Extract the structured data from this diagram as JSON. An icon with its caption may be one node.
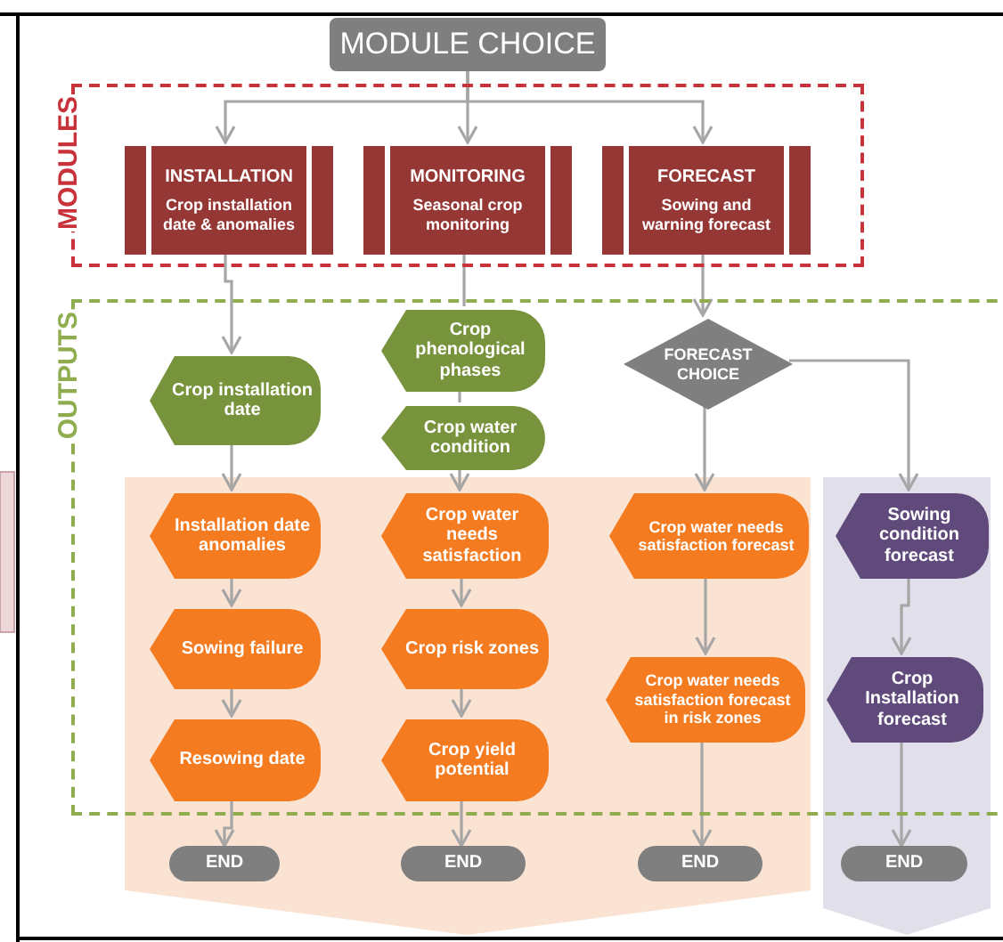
{
  "diagram": {
    "nodes": [
      {
        "text": [
          "MODULE CHOICE"
        ]
      },
      {
        "text": [
          "MODULES"
        ]
      },
      {
        "text": [
          "INSTALLATION",
          "Crop installation date & anomalies"
        ],
        "in": 1
      },
      {
        "text": [
          "MONITORING",
          "Seasonal crop monitoring"
        ],
        "in": 1
      },
      {
        "text": [
          "FORECAST",
          "Sowing and warning forecast"
        ],
        "in": 1
      },
      {
        "text": [
          "OUTPUTS"
        ]
      },
      {
        "text": [
          "Crop installation date"
        ],
        "in": 5
      },
      {
        "text": [
          "Crop phenological phases"
        ],
        "in": 5
      },
      {
        "text": [
          "Crop water condition"
        ],
        "in": 5
      },
      {
        "text": [
          "FORECAST CHOICE"
        ],
        "in": 5
      },
      {
        "text": [
          "Installation date anomalies"
        ],
        "in": 5
      },
      {
        "text": [
          "Crop water needs satisfaction"
        ],
        "in": 5
      },
      {
        "text": [
          "Crop water needs satisfaction forecast"
        ],
        "in": 5
      },
      {
        "text": [
          "Sowing condition forecast"
        ],
        "in": 5
      },
      {
        "text": [
          "Sowing failure"
        ],
        "in": 5
      },
      {
        "text": [
          "Crop risk zones"
        ],
        "in": 5
      },
      {
        "text": [
          "Crop water needs satisfaction forecast in risk zones"
        ],
        "in": 5
      },
      {
        "text": [
          "Crop Installation forecast"
        ],
        "in": 5
      },
      {
        "text": [
          "Resowing date"
        ],
        "in": 5
      },
      {
        "text": [
          "Crop yield potential"
        ],
        "in": 5
      },
      {
        "text": [
          "END"
        ]
      },
      {
        "text": [
          "END"
        ]
      },
      {
        "text": [
          "END"
        ]
      },
      {
        "text": [
          "END"
        ]
      }
    ],
    "edges": [
      {
        "from": 0,
        "to": 2,
        "arrow": "to"
      },
      {
        "from": 0,
        "to": 3,
        "arrow": "to"
      },
      {
        "from": 0,
        "to": 4,
        "arrow": "to"
      },
      {
        "from": 2,
        "to": 6,
        "arrow": "to"
      },
      {
        "from": 3,
        "to": 7,
        "arrow": "none"
      },
      {
        "from": 4,
        "to": 9,
        "arrow": "to"
      },
      {
        "from": 6,
        "to": 10,
        "arrow": "to"
      },
      {
        "from": 7,
        "to": 8,
        "arrow": "none"
      },
      {
        "from": 8,
        "to": 11,
        "arrow": "to"
      },
      {
        "from": 9,
        "to": 12,
        "arrow": "to"
      },
      {
        "from": 9,
        "to": 13,
        "arrow": "to"
      },
      {
        "from": 10,
        "to": 14,
        "arrow": "to"
      },
      {
        "from": 11,
        "to": 15,
        "arrow": "to"
      },
      {
        "from": 12,
        "to": 16,
        "arrow": "to"
      },
      {
        "from": 13,
        "to": 17,
        "arrow": "to"
      },
      {
        "from": 14,
        "to": 18,
        "arrow": "to"
      },
      {
        "from": 15,
        "to": 19,
        "arrow": "to"
      },
      {
        "from": 18,
        "to": 20,
        "arrow": "to"
      },
      {
        "from": 19,
        "to": 21,
        "arrow": "to"
      },
      {
        "from": 16,
        "to": 22,
        "arrow": "to"
      },
      {
        "from": 17,
        "to": 23,
        "arrow": "to"
      }
    ]
  }
}
